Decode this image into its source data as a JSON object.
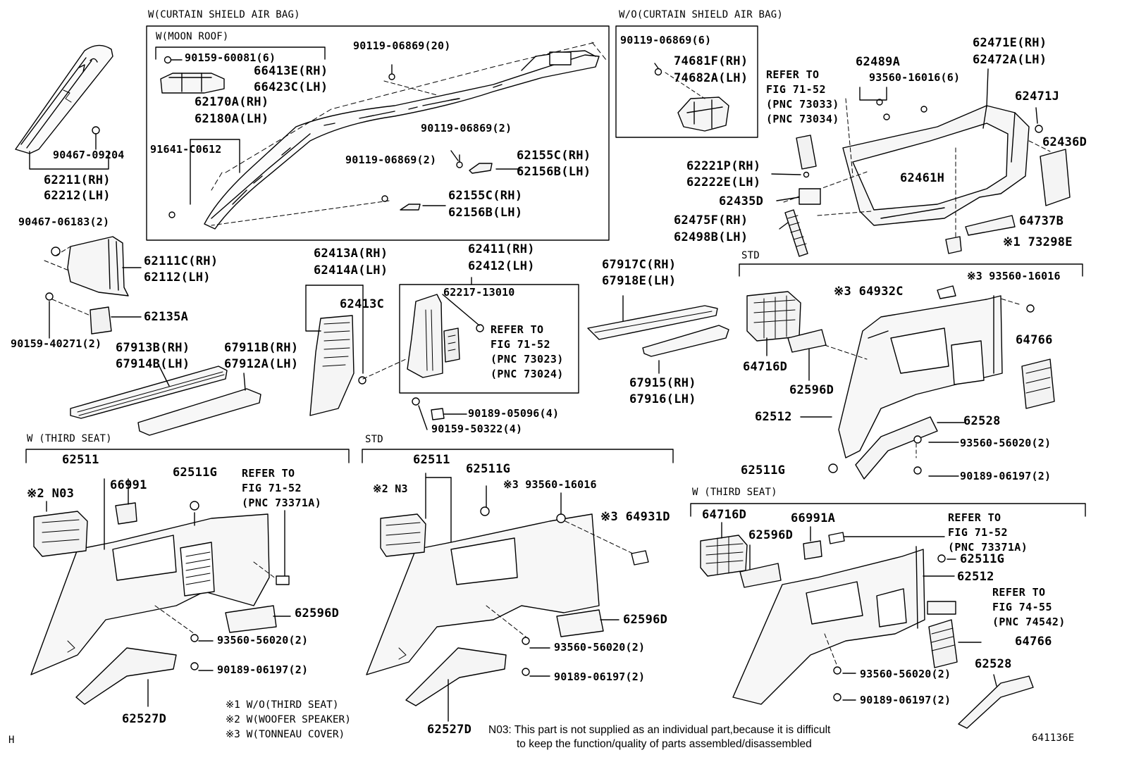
{
  "headers": {
    "w_curtain": "W(CURTAIN SHIELD AIR BAG)",
    "wo_curtain": "W/O(CURTAIN SHIELD AIR BAG)",
    "moon_roof": "W(MOON ROOF)",
    "std_right": "STD",
    "w_third_left": "W (THIRD SEAT)",
    "std_mid": "STD",
    "w_third_right": "W (THIRD SEAT)"
  },
  "parts": {
    "p_90159_60081": "90159-60081(6)",
    "p_66413E": "66413E(RH)",
    "p_66423C": "66423C(LH)",
    "p_62170A": "62170A(RH)",
    "p_62180A": "62180A(LH)",
    "p_91641": "91641-C0612",
    "p_90119_top": "90119-06869(20)",
    "p_90119_mid": "90119-06869(2)",
    "p_90119_low": "90119-06869(2)",
    "p_62155C_a": "62155C(RH)",
    "p_62156B_a": "62156B(LH)",
    "p_62155C_b": "62155C(RH)",
    "p_62156B_b": "62156B(LH)",
    "p_90119_wo": "90119-06869(6)",
    "p_74681F": "74681F(RH)",
    "p_74682A": "74682A(LH)",
    "p_90467_09204": "90467-09204",
    "p_62211": "62211(RH)",
    "p_62212": "62212(LH)",
    "p_90467_06183": "90467-06183(2)",
    "p_62111C": "62111C(RH)",
    "p_62112": "62112(LH)",
    "p_62135A": "62135A",
    "p_90159_40271": "90159-40271(2)",
    "p_67913B": "67913B(RH)",
    "p_67914B": "67914B(LH)",
    "p_67911B": "67911B(RH)",
    "p_67912A": "67912A(LH)",
    "p_62413A": "62413A(RH)",
    "p_62414A": "62414A(LH)",
    "p_62413C": "62413C",
    "p_62411": "62411(RH)",
    "p_62412": "62412(LH)",
    "p_62217": "62217-13010",
    "p_90189_05096": "90189-05096(4)",
    "p_90159_50322": "90159-50322(4)",
    "p_67917C": "67917C(RH)",
    "p_67918E": "67918E(LH)",
    "p_67915": "67915(RH)",
    "p_67916": "67916(LH)",
    "p_62489A": "62489A",
    "p_93560_16016_6": "93560-16016(6)",
    "p_62471E": "62471E(RH)",
    "p_62472A": "62472A(LH)",
    "p_62471J": "62471J",
    "p_62436D": "62436D",
    "p_62221P": "62221P(RH)",
    "p_62222E": "62222E(LH)",
    "p_62461H": "62461H",
    "p_62435D": "62435D",
    "p_62475F": "62475F(RH)",
    "p_62498B": "62498B(LH)",
    "p_64737B": "64737B",
    "p_73298E": "※1 73298E",
    "p_64932C": "※3 64932C",
    "p_93560_16016_r": "※3 93560-16016",
    "p_64766_a": "64766",
    "p_64716D_a": "64716D",
    "p_62596D_a": "62596D",
    "p_62512_a": "62512",
    "p_62528_a": "62528",
    "p_93560_56020_a": "93560-56020(2)",
    "p_62511G_a": "62511G",
    "p_90189_06197_a": "90189-06197(2)",
    "p_62511_l": "62511",
    "p_N03_l": "※2 N03",
    "p_66991": "66991",
    "p_62511G_l": "62511G",
    "p_62596D_l": "62596D",
    "p_93560_56020_l": "93560-56020(2)",
    "p_90189_06197_l": "90189-06197(2)",
    "p_62527D_l": "62527D",
    "p_62511_m": "62511",
    "p_N3_m": "※2  N3",
    "p_62511G_m": "62511G",
    "p_93560_16016_m": "※3 93560-16016",
    "p_64931D": "※3 64931D",
    "p_62596D_m": "62596D",
    "p_93560_56020_m": "93560-56020(2)",
    "p_90189_06197_m": "90189-06197(2)",
    "p_62527D_m": "62527D",
    "p_64716D_r": "64716D",
    "p_66991A": "66991A",
    "p_62596D_r": "62596D",
    "p_62511G_r": "62511G",
    "p_62512_r": "62512",
    "p_64766_r": "64766",
    "p_93560_56020_r": "93560-56020(2)",
    "p_90189_06197_r": "90189-06197(2)",
    "p_62528_r": "62528"
  },
  "refs": {
    "r1": [
      "REFER TO",
      "FIG 71-52",
      "(PNC 73033)",
      "(PNC 73034)"
    ],
    "r2": [
      "REFER TO",
      "FIG 71-52",
      "(PNC 73023)",
      "(PNC 73024)"
    ],
    "r3": [
      "REFER TO",
      "FIG 71-52",
      "(PNC 73371A)"
    ],
    "r4": [
      "REFER TO",
      "FIG 71-52",
      "(PNC 73371A)"
    ],
    "r5": [
      "REFER TO",
      "FIG 74-55",
      "(PNC 74542)"
    ]
  },
  "legend": [
    "※1 W/O(THIRD SEAT)",
    "※2 W(WOOFER SPEAKER)",
    "※3 W(TONNEAU COVER)"
  ],
  "note": {
    "line1": "N03: This part is not supplied as an individual part,because it is difficult",
    "line2": "to keep the function/quality of parts assembled/disassembled"
  },
  "corner": {
    "left": "H",
    "right": "641136E"
  },
  "colors": {
    "ink": "#000000",
    "paper": "#ffffff",
    "part_fill": "#f4f4f4"
  }
}
